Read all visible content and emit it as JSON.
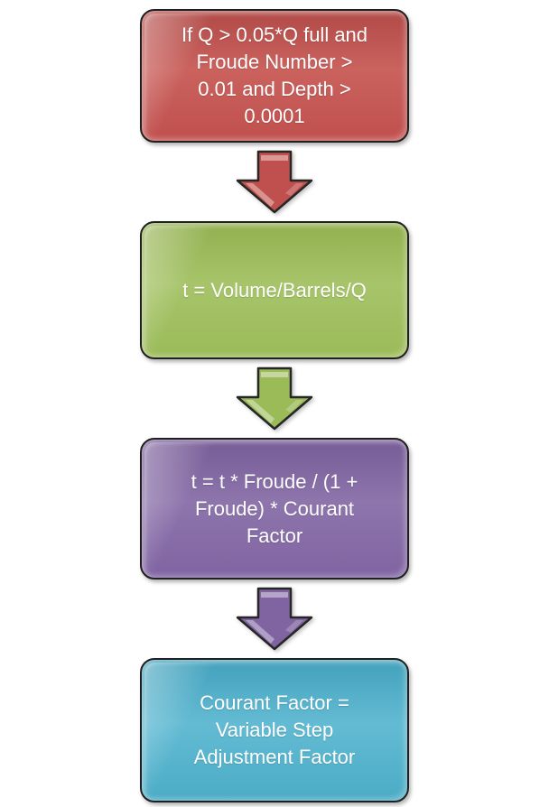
{
  "flowchart": {
    "background": "#FFFFFF",
    "text_color": "#FFFFFF",
    "outline_color": "#262626",
    "steps": [
      {
        "id": "condition-check",
        "text": "If Q > 0.05*Q full and\nFroude Number >\n0.01 and Depth >\n0.0001",
        "color": "#C0504D"
      },
      {
        "id": "time-step-formula",
        "text": "t = Volume/Barrels/Q",
        "color": "#9BBB59"
      },
      {
        "id": "froude-courant-formula",
        "text": "t = t * Froude / (1 +\nFroude) * Courant\nFactor",
        "color": "#8064A2"
      },
      {
        "id": "courant-factor-definition",
        "text": "Courant Factor =\nVariable Step\nAdjustment Factor",
        "color": "#4BACC6"
      }
    ],
    "arrows": [
      {
        "icon": "down-arrow-icon",
        "color": "#C0504D"
      },
      {
        "icon": "down-arrow-icon",
        "color": "#9BBB59"
      },
      {
        "icon": "down-arrow-icon",
        "color": "#8064A2"
      }
    ]
  }
}
